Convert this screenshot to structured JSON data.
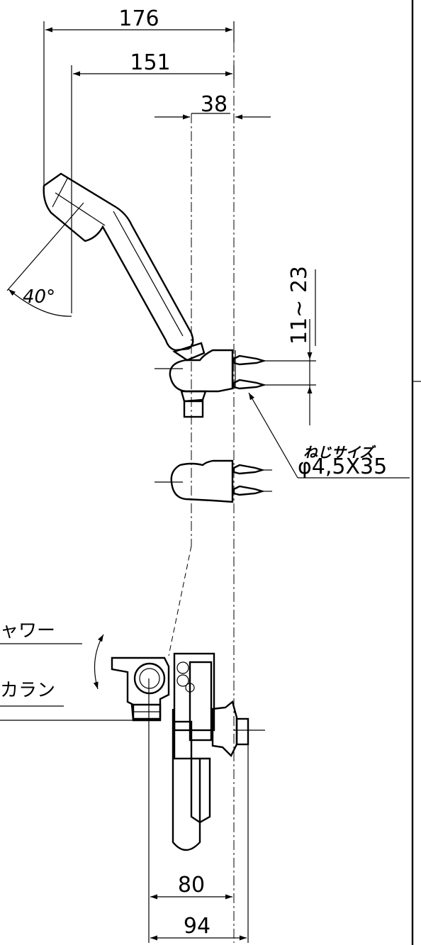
{
  "dimensions": {
    "overall_width_top": "176",
    "head_offset": "151",
    "bracket_offset": "38",
    "adjust_range": "11~ 23",
    "base_depth_1": "80",
    "base_depth_2": "94"
  },
  "angle": {
    "label": "40°"
  },
  "screw": {
    "title": "ねじサイズ",
    "size": "φ4,5X35"
  },
  "lever_positions": {
    "shower": "ャワー",
    "faucet": "カラン"
  }
}
